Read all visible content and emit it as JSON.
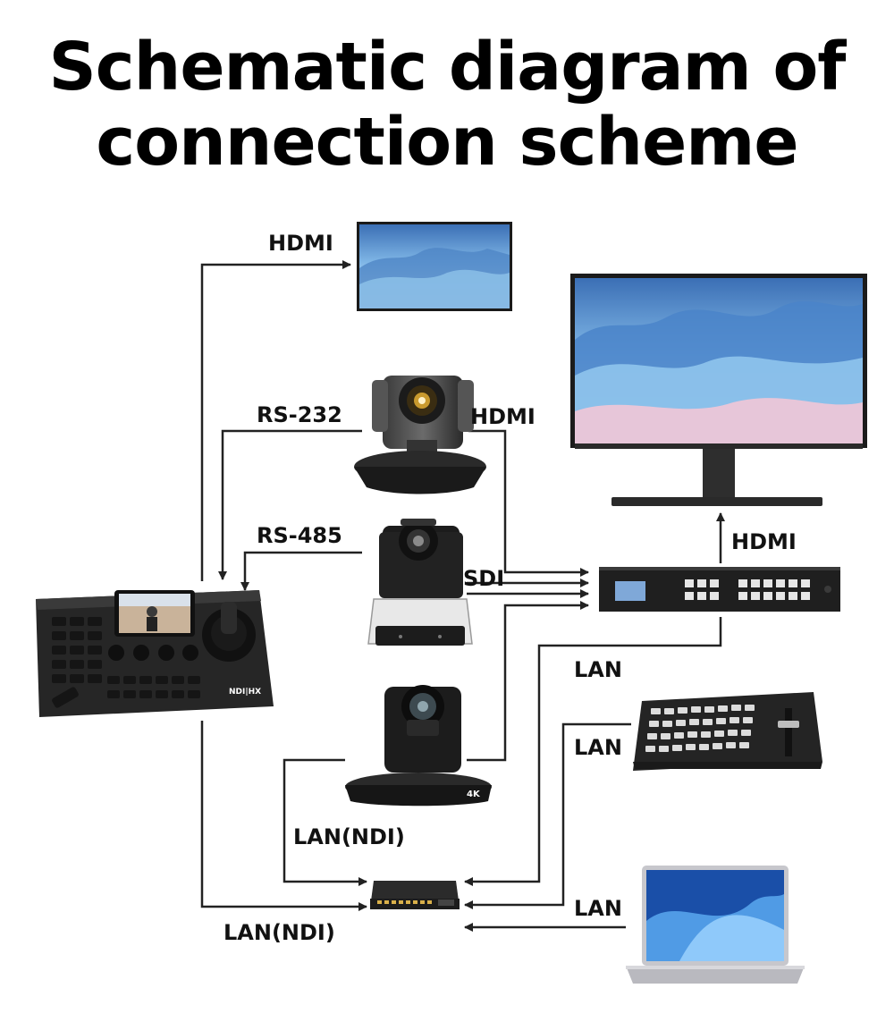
{
  "title": {
    "line1": "Schematic diagram of",
    "line2": "connection scheme"
  },
  "devices": {
    "controller_badge": "NDI|HX",
    "camera3_badge": "4K"
  },
  "connections": {
    "hdmi_top": "HDMI",
    "rs232": "RS-232",
    "hdmi_cam1": "HDMI",
    "rs485": "RS-485",
    "sdi": "SDI",
    "hdmi_monitor": "HDMI",
    "lan_matrix": "LAN",
    "lan_switcher": "LAN",
    "lan_ndi_cam3": "LAN(NDI)",
    "lan_laptop": "LAN",
    "lan_ndi_controller": "LAN(NDI)"
  },
  "colors": {
    "sky_top": "#3b6fb5",
    "sky_mid": "#7fb6e6",
    "device_dark": "#1c1c1c",
    "line": "#222222"
  }
}
